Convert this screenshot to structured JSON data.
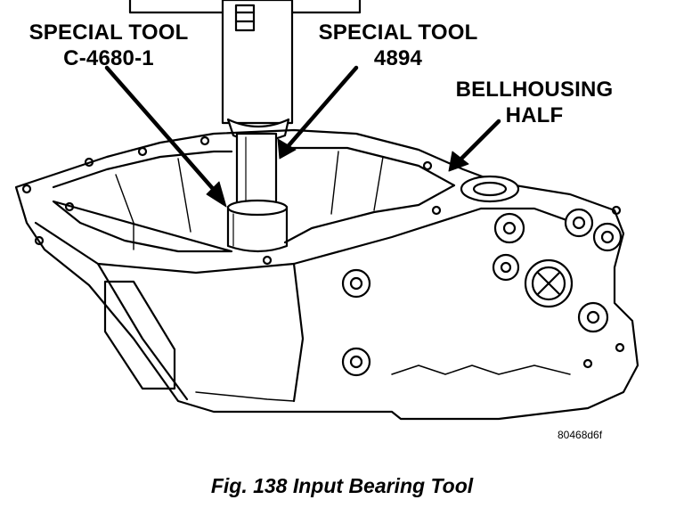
{
  "labels": {
    "special_tool_1_title": "SPECIAL TOOL",
    "special_tool_1_part": "C-4680-1",
    "special_tool_2_title": "SPECIAL TOOL",
    "special_tool_2_part": "4894",
    "bellhousing_line1": "BELLHOUSING",
    "bellhousing_line2": "HALF"
  },
  "image_code": "80468d6f",
  "caption": "Fig. 138 Input Bearing Tool"
}
